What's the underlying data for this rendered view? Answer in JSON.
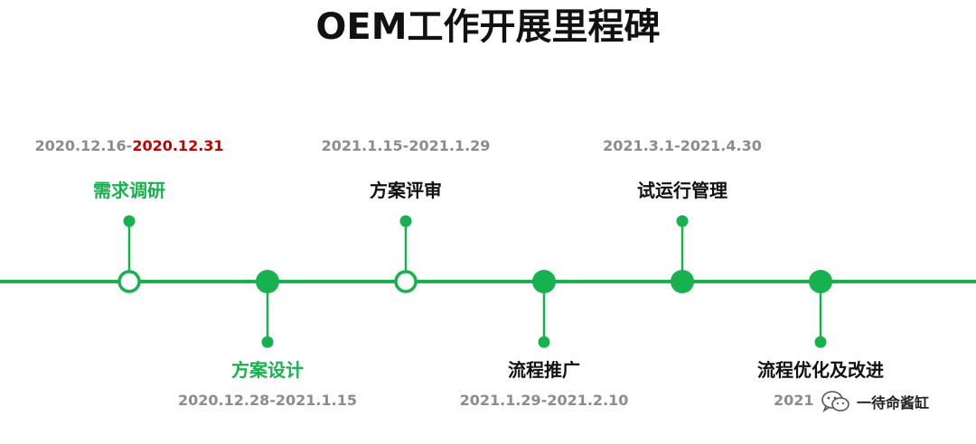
{
  "title": "OEM工作开展里程碑",
  "colors": {
    "line": "#17b24f",
    "highlight_text": "#c00000",
    "date_text": "#8c8c8c",
    "stage_text": "#111111",
    "green_text": "#17b24f"
  },
  "milestones": [
    {
      "stage": "需求调研",
      "date_start": "2020.12.16-",
      "date_end": "2020.12.31",
      "node": "hollow",
      "label_side": "above",
      "stage_color": "green"
    },
    {
      "stage": "方案设计",
      "date_start": "2020.12.28-2021.1.15",
      "date_end": "",
      "node": "filled",
      "label_side": "below",
      "stage_color": "green"
    },
    {
      "stage": "方案评审",
      "date_start": "2021.1.15-2021.1.29",
      "date_end": "",
      "node": "hollow",
      "label_side": "above",
      "stage_color": "dark"
    },
    {
      "stage": "流程推广",
      "date_start": "2021.1.29-2021.2.10",
      "date_end": "",
      "node": "filled",
      "label_side": "below",
      "stage_color": "dark"
    },
    {
      "stage": "试运行管理",
      "date_start": "2021.3.1-2021.4.30",
      "date_end": "",
      "node": "filled",
      "label_side": "above",
      "stage_color": "dark"
    },
    {
      "stage": "流程优化及改进",
      "date_start": "2021",
      "date_end": "",
      "node": "filled",
      "label_side": "below",
      "stage_color": "dark"
    }
  ],
  "watermark": {
    "icon": "wechat-icon",
    "text": "一待命酱缸"
  }
}
